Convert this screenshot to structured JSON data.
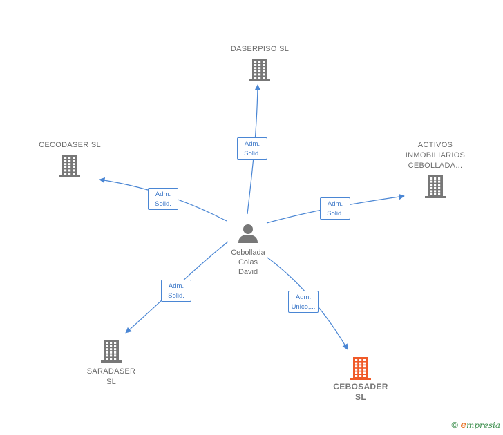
{
  "center": {
    "name_lines": [
      "Cebollada",
      "Colas",
      "David"
    ],
    "icon": "person-icon",
    "color": "#777777"
  },
  "companies": [
    {
      "id": "daserpiso",
      "name_lines": [
        "DASERPISO SL"
      ],
      "icon": "building-icon",
      "color": "#777777",
      "highlight": false
    },
    {
      "id": "cecodaser",
      "name_lines": [
        "CECODASER SL"
      ],
      "icon": "building-icon",
      "color": "#777777",
      "highlight": false
    },
    {
      "id": "activos",
      "name_lines": [
        "ACTIVOS",
        "INMOBILIARIOS",
        "CEBOLLADA..."
      ],
      "icon": "building-icon",
      "color": "#777777",
      "highlight": false
    },
    {
      "id": "saradaser",
      "name_lines": [
        "SARADASER",
        "SL"
      ],
      "icon": "building-icon",
      "color": "#777777",
      "highlight": false
    },
    {
      "id": "cebosader",
      "name_lines": [
        "CEBOSADER",
        "SL"
      ],
      "icon": "building-icon",
      "color": "#f05a28",
      "highlight": true
    }
  ],
  "edges": [
    {
      "to": "daserpiso",
      "label_lines": [
        "Adm.",
        "Solid."
      ]
    },
    {
      "to": "cecodaser",
      "label_lines": [
        "Adm.",
        "Solid."
      ]
    },
    {
      "to": "activos",
      "label_lines": [
        "Adm.",
        "Solid."
      ]
    },
    {
      "to": "saradaser",
      "label_lines": [
        "Adm.",
        "Solid."
      ]
    },
    {
      "to": "cebosader",
      "label_lines": [
        "Adm.",
        "Unico,..."
      ]
    }
  ],
  "colors": {
    "edge": "#4a86d4",
    "label_text": "#3d78c8"
  },
  "footer": {
    "copyright": "©",
    "brand_first": "e",
    "brand_rest": "mpresia"
  }
}
